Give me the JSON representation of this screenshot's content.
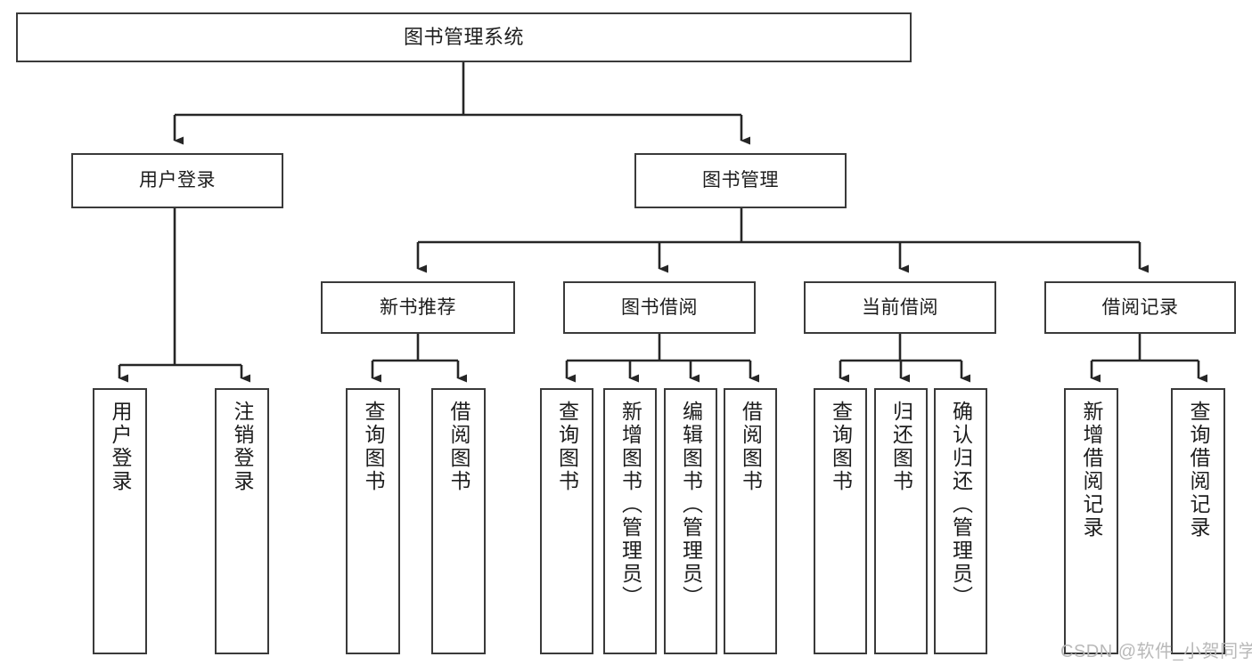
{
  "diagram": {
    "title": "图书管理系统",
    "type": "hierarchy-tree",
    "colors": {
      "box_border": "#3a3a3a",
      "box_fill": "#ffffff",
      "edge": "#262626",
      "text": "#1d1d1d",
      "watermark": "#b9b9b9",
      "background": "#ffffff"
    },
    "nodes": {
      "root": {
        "label": "图书管理系统"
      },
      "level1": [
        {
          "label": "用户登录"
        },
        {
          "label": "图书管理"
        }
      ],
      "level2": [
        {
          "label": "新书推荐"
        },
        {
          "label": "图书借阅"
        },
        {
          "label": "当前借阅"
        },
        {
          "label": "借阅记录"
        }
      ],
      "leaves": {
        "user_login": [
          {
            "label": "用户登录"
          },
          {
            "label": "注销登录"
          }
        ],
        "new_book_recommend": [
          {
            "label": "查询图书"
          },
          {
            "label": "借阅图书"
          }
        ],
        "book_borrow": [
          {
            "label": "查询图书"
          },
          {
            "label": "新增图书（管理员）"
          },
          {
            "label": "编辑图书（管理员）"
          },
          {
            "label": "借阅图书"
          }
        ],
        "current_borrow": [
          {
            "label": "查询图书"
          },
          {
            "label": "归还图书"
          },
          {
            "label": "确认归还（管理员）"
          }
        ],
        "borrow_record": [
          {
            "label": "新增借阅记录"
          },
          {
            "label": "查询借阅记录"
          }
        ]
      }
    },
    "watermark": "CSDN @软件_小贺同学"
  }
}
